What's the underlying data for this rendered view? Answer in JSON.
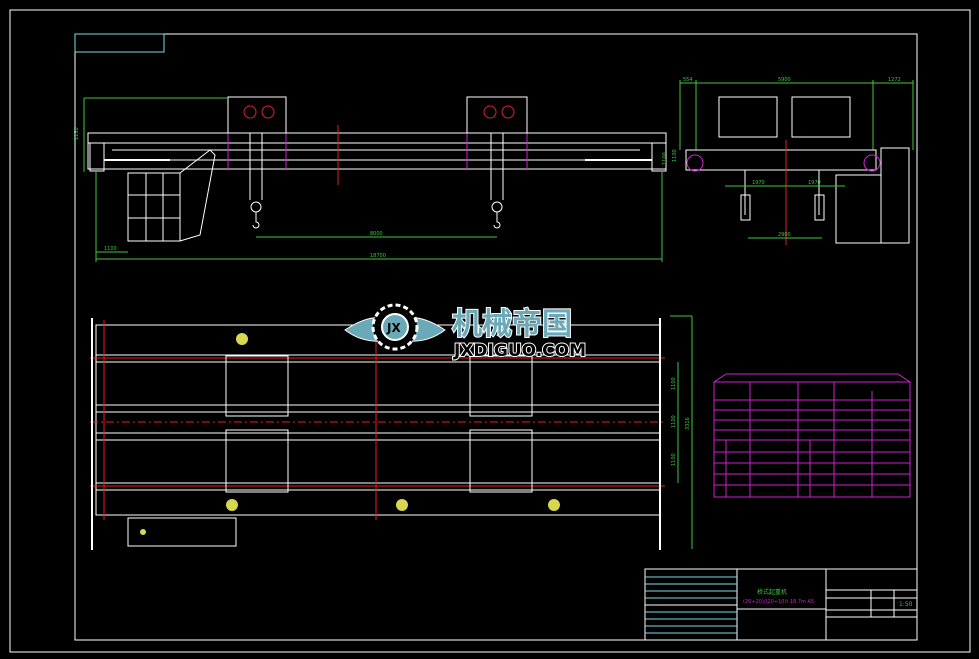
{
  "drawing": {
    "elevation_dims": {
      "height_left": "1150",
      "end_height": "1100",
      "hook_spacing": "8000",
      "cab_offset": "1100",
      "span": "18700"
    },
    "side_dims": {
      "left": "554",
      "middle": "5900",
      "right": "1272",
      "trolley_a": "1970",
      "trolley_b": "1970",
      "hook_spacing": "2900",
      "end": "1100"
    },
    "plan_dims": {
      "upper": "1100",
      "center": "1100",
      "lower": "1100",
      "total": "3316"
    },
    "watermark": {
      "cn": "机械帝国",
      "en": "JXDIGUO.COM",
      "badge": "JX"
    },
    "title_block": {
      "name": "桥式起重机",
      "spec": "(20+20)/(20+10)t  18.7m  A5",
      "scale": "1:50"
    },
    "colors": {
      "outline": "#ffffff",
      "centerline": "#e02020",
      "dimension": "#3cc83c",
      "table": "#d020d0",
      "frame_rows": "#7fd8e8"
    }
  }
}
